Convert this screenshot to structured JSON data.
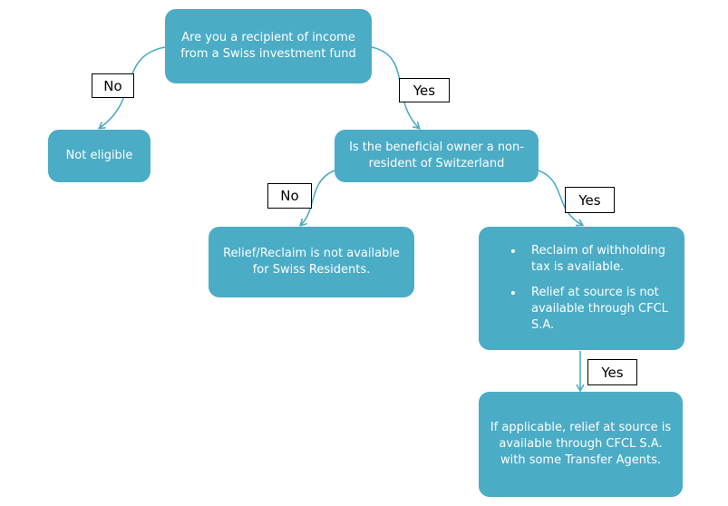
{
  "nodes": {
    "q_swiss_fund": "Are you a recipient of income from a Swiss investment fund",
    "not_eligible": "Not eligible",
    "q_non_resident": "Is the beneficial owner a non-resident of Switzerland",
    "relief_not_residents": "Relief/Reclaim is not available for Swiss Residents.",
    "reclaim_items": [
      "Reclaim of withholding tax is available.",
      "Relief at source is not available through CFCL S.A."
    ],
    "relief_at_source": "If applicable, relief at source is available through CFCL S.A. with some Transfer Agents."
  },
  "edge_labels": {
    "no_1": "No",
    "yes_1": "Yes",
    "no_2": "No",
    "yes_2": "Yes",
    "yes_3": "Yes"
  },
  "colors": {
    "node_fill": "#4bacc6",
    "node_text": "#ffffff",
    "connector": "#4bacc6",
    "label_border": "#000000",
    "label_fill": "#ffffff"
  }
}
